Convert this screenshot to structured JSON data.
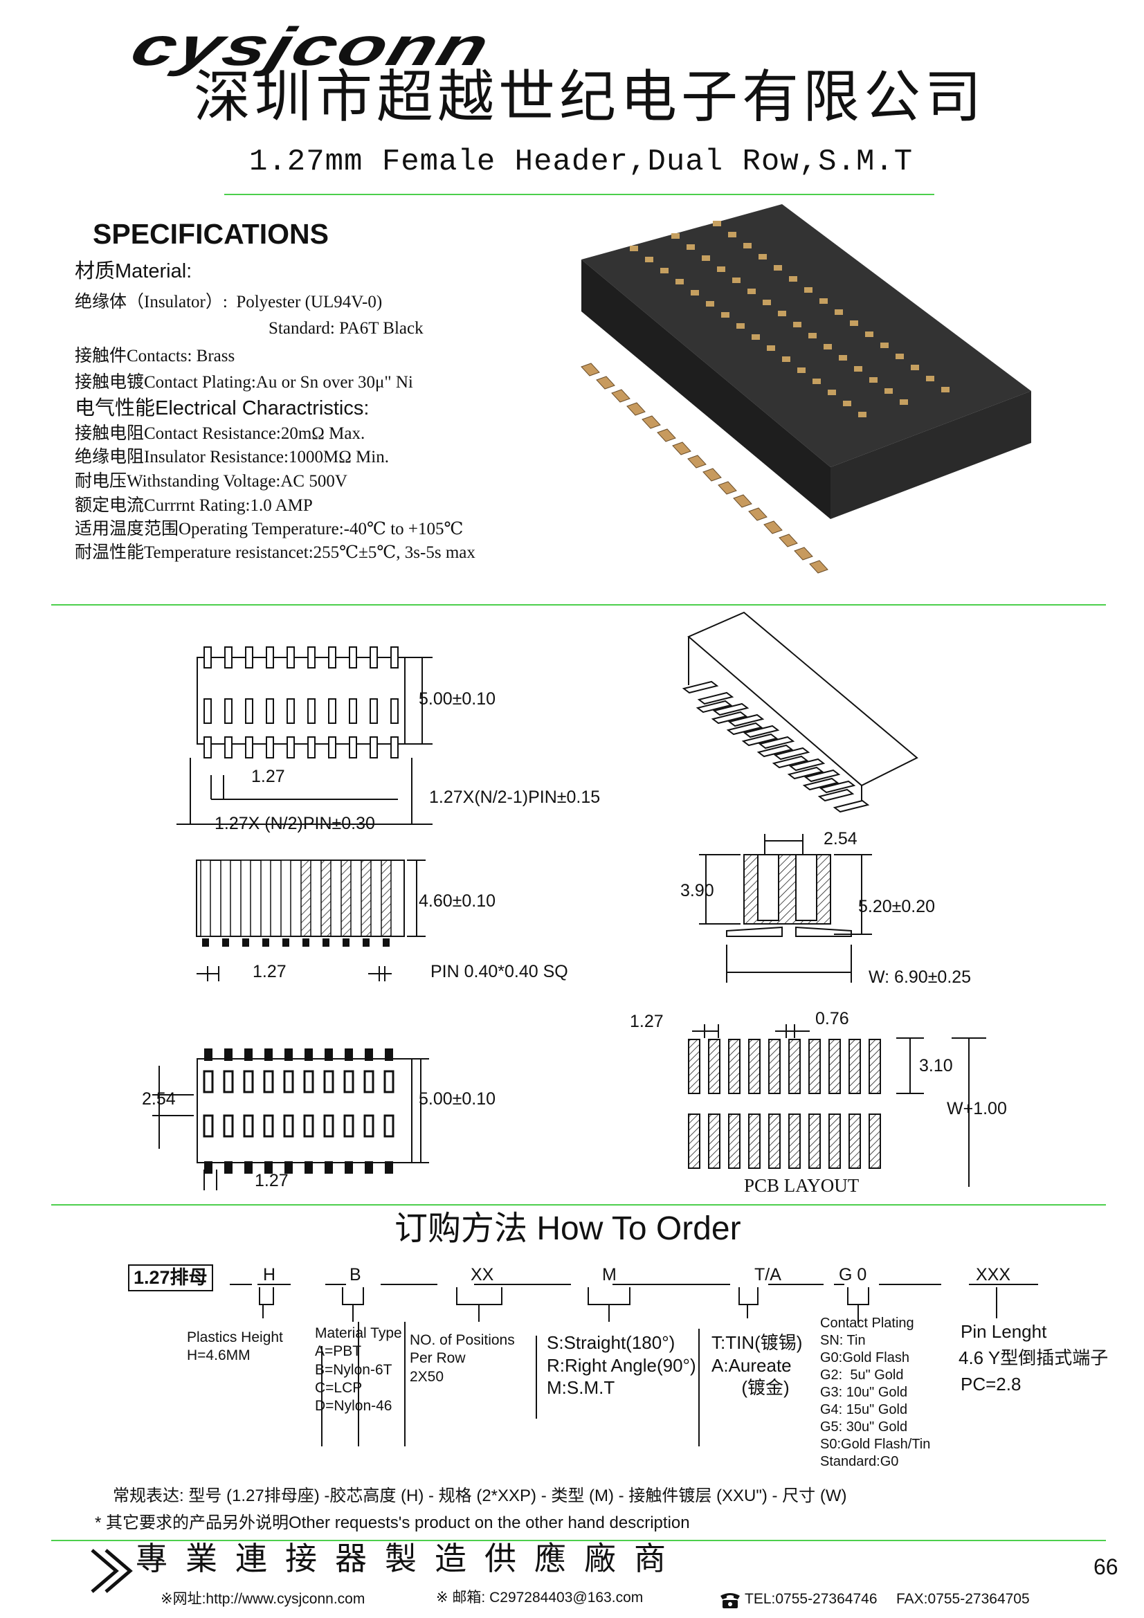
{
  "header": {
    "logo": "cysjconn",
    "company": "深圳市超越世纪电子有限公司",
    "subtitle": "1.27mm Female Header,Dual Row,S.M.T"
  },
  "specs": {
    "heading": "SPECIFICATIONS",
    "material_heading": "材质Material:",
    "insulator": "绝缘体（Insulator）:  Polyester (UL94V-0)",
    "insulator_std": "Standard: PA6T Black",
    "contacts": "接触件Contacts: Brass",
    "plating": "接触电镀Contact Plating:Au or Sn over 30μ\" Ni",
    "electrical_heading": "电气性能Electrical Charactristics:",
    "contact_resistance": "接触电阻Contact Resistance:20mΩ Max.",
    "insulator_resistance": "绝缘电阻Insulator Resistance:1000MΩ Min.",
    "voltage": "耐电压Withstanding Voltage:AC 500V",
    "current": "额定电流Currrnt Rating:1.0 AMP",
    "temperature": "适用温度范围Operating Temperature:-40℃ to +105℃",
    "temp_resistance": "耐温性能Temperature resistancet:255℃±5℃, 3s-5s max"
  },
  "drawing": {
    "dim_500_a": "5.00±0.10",
    "dim_127_a": "1.27",
    "dim_pitch_n2m1": "1.27X(N/2-1)PIN±0.15",
    "dim_pitch_n2": "1.27X (N/2)PIN±0.30",
    "dim_460": "4.60±0.10",
    "dim_127_b": "1.27",
    "dim_pin": "PIN 0.40*0.40 SQ",
    "dim_254_side": "2.54",
    "dim_390": "3.90",
    "dim_520": "5.20±0.20",
    "dim_w690": "W: 6.90±0.25",
    "dim_254_top": "2.54",
    "dim_500_b": "5.00±0.10",
    "dim_127_c": "1.27",
    "pcb_127": "1.27",
    "pcb_076": "0.76",
    "pcb_310": "3.10",
    "pcb_w100": "W+1.00",
    "pcb_label": "PCB LAYOUT"
  },
  "order": {
    "title": "订购方法 How To Order",
    "code_box": "1.27排母",
    "code_h": "H",
    "code_b": "B",
    "code_xx": "XX",
    "code_m": "M",
    "code_ta": "T/A",
    "code_g0": "G 0",
    "code_xxx": "XXX",
    "plastics": "Plastics Height\nH=4.6MM",
    "material_type": "Material Type\nA=PBT\nB=Nylon-6T\nC=LCP\nD=Nylon-46",
    "positions": "NO. of Positions\nPer Row\n2X50",
    "style": "S:Straight(180°)\nR:Right Angle(90°)\nM:S.M.T",
    "tin": "T:TIN(镀锡)\nA:Aureate\n      (镀金)",
    "plating": "Contact Plating\nSN: Tin\nG0:Gold Flash\nG2:  5u\" Gold\nG3: 10u\" Gold\nG4: 15u\" Gold\nG5: 30u\" Gold\nS0:Gold Flash/Tin\nStandard:G0",
    "pin_length": "Pin Lenght",
    "pin_value": "4.6 Y型倒插式端子",
    "pc": "PC=2.8",
    "regular": "常规表达: 型号 (1.27排母座) -胶芯高度 (H) - 规格 (2*XXP) - 类型 (M) - 接触件镀层 (XXU\") - 尺寸 (W)",
    "other": "* 其它要求的产品另外说明Other requests's product on the other hand description"
  },
  "footer": {
    "slogan": "專業連接器製造供應廠商",
    "page": "66",
    "website": "※网址:http://www.cysjconn.com",
    "email": "※ 邮箱: C297284403@163.com",
    "tel": "TEL:0755-27364746",
    "fax": "FAX:0755-27364705"
  }
}
